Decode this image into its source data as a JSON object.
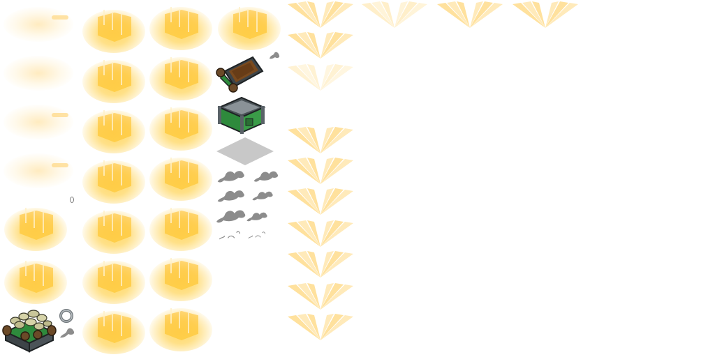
{
  "colors": {
    "glow": "#ffd660",
    "glow_core": "#ffbe28",
    "rays": "#ffdc8c",
    "chest_frame": "#5a6268",
    "chest_green": "#2e8a3c",
    "chest_wood": "#7a4a1e",
    "smoke": "#8c8c8c",
    "shadow_tile": "#c8c8c8"
  },
  "sprites": {
    "glow_sparkle": "glow-sparkle-sprite",
    "faint_glow": "faint-glow-sprite",
    "ray_fan": "light-ray-fan-sprite",
    "open_chest_tilted": "open-chest-tilted-sprite",
    "open_chest_empty": "open-chest-empty-sprite",
    "treasure_chest": "treasure-chest-full-sprite",
    "shadow_tile": "shadow-tile-sprite",
    "smoke_puff": "smoke-puff-sprite",
    "ring": "ring-sprite"
  }
}
